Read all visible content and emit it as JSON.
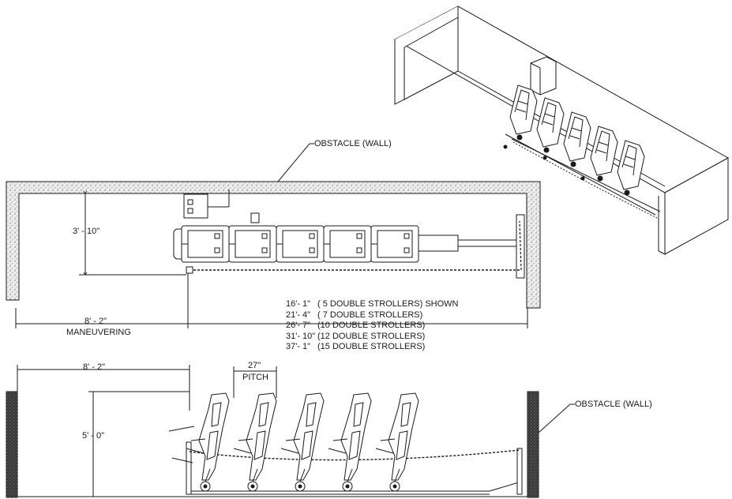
{
  "obstacle_label_top": "OBSTACLE (WALL)",
  "obstacle_label_side": "OBSTACLE (WALL)",
  "dim_depth_plan": "3' - 10\"",
  "dim_maneuvering": "8' - 2\"",
  "maneuvering_label": "MANEUVERING",
  "dim_maneuvering_elev": "8' - 2\"",
  "dim_height_elev": "5' - 0\"",
  "pitch_value": "27\"",
  "pitch_label": "PITCH",
  "length_table": [
    {
      "length": "16'- 1\"",
      "desc": "( 5 DOUBLE STROLLERS) SHOWN"
    },
    {
      "length": "21'- 4\"",
      "desc": "( 7 DOUBLE STROLLERS)"
    },
    {
      "length": "26'- 7\"",
      "desc": "(10 DOUBLE STROLLERS)"
    },
    {
      "length": "31'- 10\"",
      "desc": "(12 DOUBLE STROLLERS)"
    },
    {
      "length": "37'- 1\"",
      "desc": "(15 DOUBLE STROLLERS)"
    }
  ],
  "stroller_count_shown": 5,
  "colors": {
    "line": "#1a1a1a",
    "wall_fill": "#d9d9d9",
    "wall_dark": "#2b2b2b"
  }
}
